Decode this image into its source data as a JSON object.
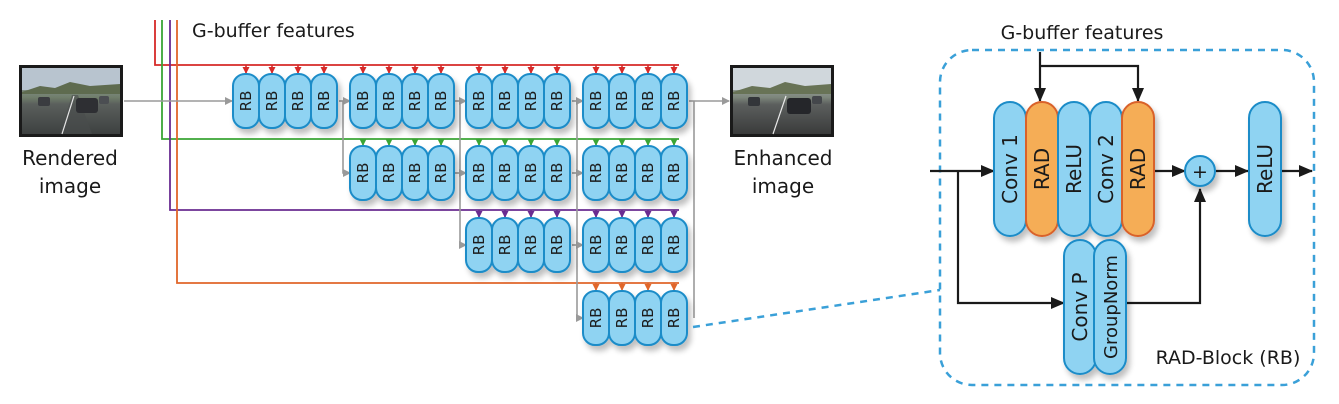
{
  "left": {
    "gbuffer_title": "G-buffer features",
    "input_label_line1": "Rendered",
    "input_label_line2": "image",
    "output_label_line1": "Enhanced",
    "output_label_line2": "image",
    "block_label": "RB",
    "line_colors": {
      "red": "#d62a28",
      "green": "#3aa535",
      "purple": "#6a2c91",
      "orange": "#e0662a",
      "gray": "#9a9a9a"
    }
  },
  "right": {
    "gbuffer_title": "G-buffer features",
    "blocks": {
      "conv1": "Conv 1",
      "rad1": "RAD",
      "relu1": "ReLU",
      "conv2": "Conv 2",
      "rad2": "RAD",
      "relu2": "ReLU",
      "convp": "Conv P",
      "groupnorm": "GroupNorm"
    },
    "plus_symbol": "+",
    "caption": "RAD-Block (RB)",
    "colors": {
      "block_fill": "#8fd3f2",
      "block_stroke": "#1a8cc8",
      "rad_fill": "#f5ad57",
      "rad_stroke": "#d9622b",
      "dashed_border": "#3aa0d8"
    }
  }
}
